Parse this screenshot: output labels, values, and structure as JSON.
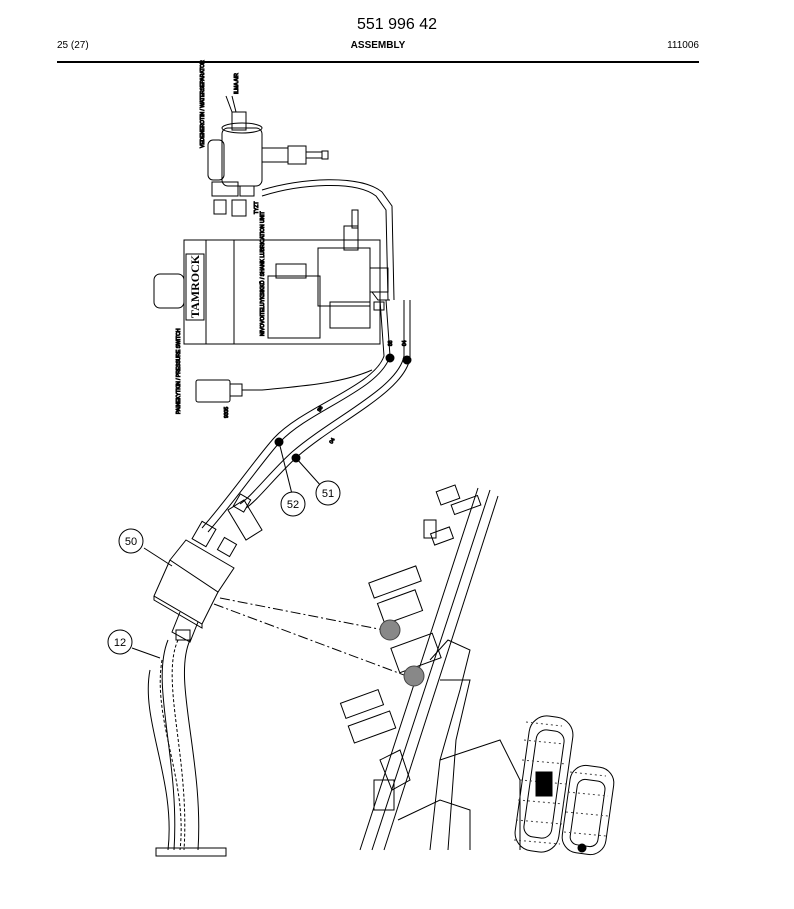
{
  "header": {
    "doc_number": "551 996 42",
    "page": "25 (27)",
    "section": "ASSEMBLY",
    "code": "111006"
  },
  "drawing": {
    "callouts": [
      "50",
      "12",
      "52",
      "51"
    ],
    "brand_label": "TAMROCK",
    "component_labels": {
      "water_separator": "VEDENEROTIN / WATERSEPARATOR",
      "pressure_switch": "PAINEKYTKIN / PRESSURE SWITCH",
      "lubrication_unit": "NIVOVOITELUYKSIKKÖ / SHANK LUBRICATION UNIT",
      "air_label": "ILMA AIR",
      "tyzt": "TYZT",
      "code_9305": "9305"
    },
    "hose_labels": [
      "88",
      "04",
      "88",
      "04"
    ]
  }
}
